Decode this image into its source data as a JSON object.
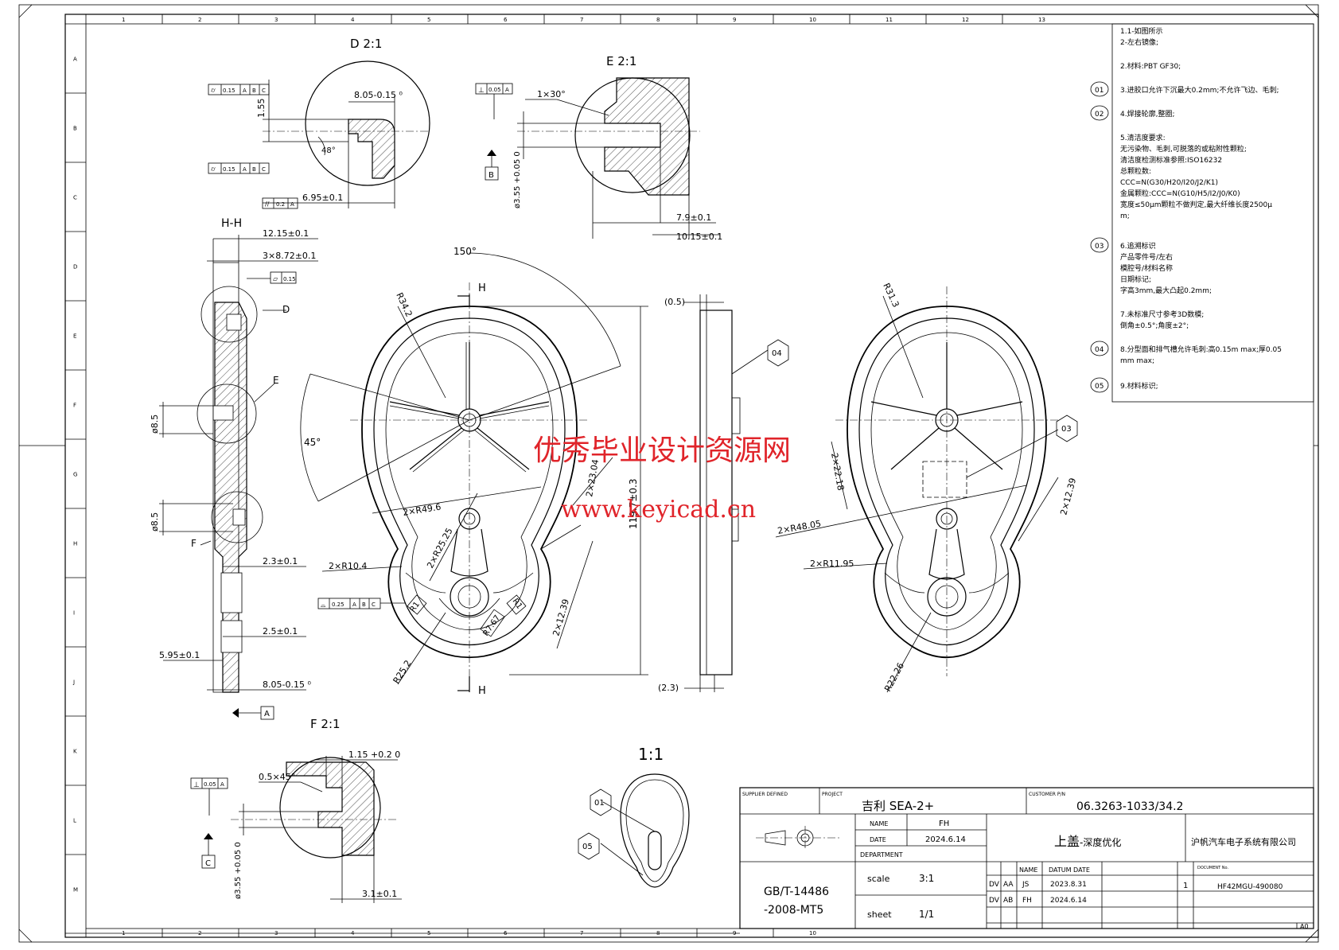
{
  "views": {
    "detail_d": {
      "title": "D 2:1",
      "dims": {
        "d1": "8.05-0.15 ⁰",
        "d2": "1.55",
        "d3": "6.95±0.1",
        "angle": "48°"
      },
      "fcf": {
        "flatness": "0.15",
        "flatness2": "0.15",
        "parallel": "0.2"
      }
    },
    "detail_e": {
      "title": "E 2:1",
      "dims": {
        "d1": "1×30°",
        "d2": "7.9±0.1",
        "d3": "10.15±0.1",
        "d4": "ø3.55 +0.05 0"
      },
      "fcf": {
        "perp": "0.05"
      },
      "datum": "B"
    },
    "section_hh": {
      "title": "H-H",
      "dims": {
        "d1": "12.15±0.1",
        "d2": "3×8.72±0.1",
        "d3": "ø8.5",
        "d4": "ø8.5",
        "d5": "2.3±0.1",
        "d6": "2.5±0.1",
        "d7": "5.95±0.1",
        "d8": "8.05-0.15 ⁰"
      },
      "fcf": {
        "flatness": "0.15"
      },
      "labels": {
        "d": "D",
        "e": "E",
        "f": "F"
      },
      "datum": "A"
    },
    "detail_f": {
      "title": "F 2:1",
      "dims": {
        "d1": "1.15 +0.2 0",
        "d2": "0.5×45°",
        "d3": "ø3.55 +0.05 0",
        "d4": "3.1±0.1"
      },
      "fcf": {
        "perp": "0.05"
      },
      "datum": "C"
    },
    "main_front": {
      "dims": {
        "angle1": "150°",
        "angle2": "45°",
        "r1": "R34.2",
        "r2": "2×R49.6",
        "r3": "2×R25.25",
        "r4": "2×R10.4",
        "r5": "R1",
        "r6": "R1",
        "r7": "R7.67",
        "r8": "R25.2",
        "w1": "2×23.04",
        "w2": "2×12.39",
        "h": "119.7±0.3"
      },
      "section_label": "H",
      "fcf": {
        "profile": "0.25"
      }
    },
    "side_view": {
      "dims": {
        "t1": "(0.5)",
        "t2": "(2.3)"
      },
      "balloon": "04"
    },
    "rear_view": {
      "dims": {
        "r1": "R31.3",
        "r2": "2×R48.05",
        "r3": "2×R11.95",
        "r4": "R22.26",
        "w1": "2×22.18",
        "w2": "2×12.39"
      },
      "balloon": "03"
    },
    "scale_view": {
      "title": "1:1",
      "balloons": [
        "01",
        "05"
      ]
    }
  },
  "notes": [
    {
      "balloon": "",
      "lines": [
        "1.1-如图所示",
        "  2-左右镜像;"
      ]
    },
    {
      "balloon": "",
      "lines": [
        "2.材料:PBT GF30;"
      ]
    },
    {
      "balloon": "01",
      "lines": [
        "3.进胶口允许下沉最大0.2mm;不允许飞边、毛刺;"
      ]
    },
    {
      "balloon": "02",
      "lines": [
        "4.焊接轮廓,整圈;"
      ]
    },
    {
      "balloon": "",
      "lines": [
        "5.清洁度要求:",
        "无污染物、毛刺,可脱落的或粘附性颗粒;",
        "清洁度检测标准参照:ISO16232",
        "总颗粒数:",
        "CCC=N(G30/H20/I20/J2/K1)",
        "金属颗粒:CCC=N(G10/H5/I2/J0/K0)",
        "宽度≤50μm颗粒不做判定,最大纤维长度2500μ",
        "m;"
      ]
    },
    {
      "balloon": "03",
      "lines": [
        "6.追溯标识",
        "  产品零件号/左右",
        "  模腔号/材料名称",
        "  日期标记;",
        "  字高3mm,最大凸起0.2mm;"
      ]
    },
    {
      "balloon": "",
      "lines": [
        "7.未标准尺寸参考3D数模;",
        "  倒角±0.5°;角度±2°;"
      ]
    },
    {
      "balloon": "04",
      "lines": [
        "8.分型面和排气槽允许毛刺:高0.15m max;厚0.05",
        "mm max;"
      ]
    },
    {
      "balloon": "05",
      "lines": [
        "9.材料标识;"
      ]
    }
  ],
  "watermark": {
    "cn": "优秀毕业设计资源网",
    "url": "www.keyicad.cn"
  },
  "titleblock": {
    "supplier_defined": "SUPPLIER DEFINED",
    "project_label": "PROJECT",
    "project": "吉利 SEA-2+",
    "customer_pn_label": "CUSTOMER P/N",
    "customer_pn": "06.3263-1033/34.2",
    "name_label": "NAME",
    "name": "FH",
    "date_label": "DATE",
    "date": "2024.6.14",
    "department_label": "DEPARTMENT",
    "part_name": "上盖",
    "part_suffix": "-深度优化",
    "company": "沪帆汽车电子系统有限公司",
    "standard_line1": "GB/T-14486",
    "standard_line2": "-2008-MT5",
    "scale_label": "scale",
    "scale": "3:1",
    "sheet_label": "sheet",
    "sheet": "1/1",
    "rev_header": {
      "name": "NAME",
      "datum": "DATUM DATE"
    },
    "revisions": [
      {
        "tag": "DV",
        "rev": "AA",
        "name": "JS",
        "date": "2023.8.31"
      },
      {
        "tag": "DV",
        "rev": "AB",
        "name": "FH",
        "date": "2024.6.14"
      }
    ],
    "doc_index": "1",
    "document_label": "DOCUMENT No.",
    "document_no": "HF42MGU-490080",
    "format": "A0"
  },
  "border": {
    "cols": [
      "1",
      "2",
      "3",
      "4",
      "5",
      "6",
      "7",
      "8",
      "9",
      "10",
      "11",
      "12",
      "13"
    ],
    "cols_bottom": [
      "1",
      "2",
      "3",
      "4",
      "5",
      "6",
      "7",
      "8",
      "9",
      "10"
    ],
    "rows": [
      "A",
      "B",
      "C",
      "D",
      "E",
      "F",
      "G",
      "H",
      "I",
      "J",
      "K",
      "L",
      "M"
    ]
  }
}
